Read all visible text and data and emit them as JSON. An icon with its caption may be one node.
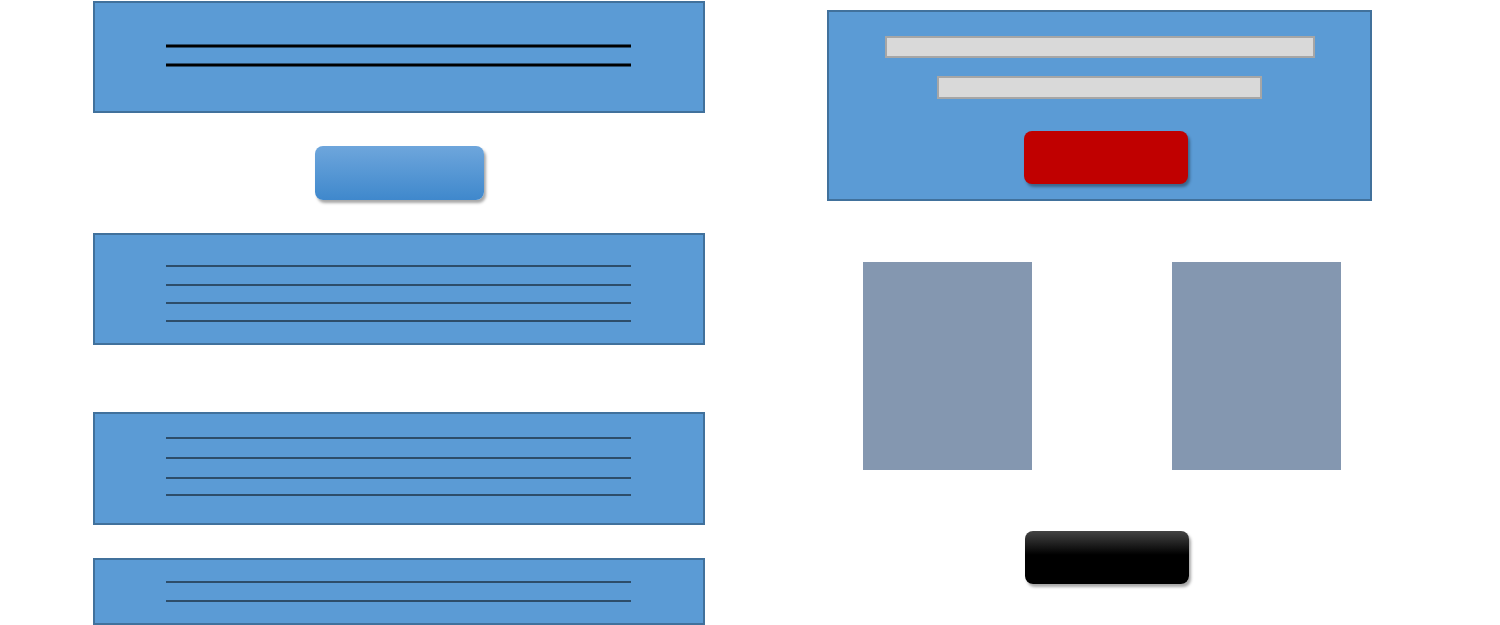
{
  "diagram": {
    "nodes": [
      {
        "text": [],
        "shape": "box"
      },
      {
        "text": [],
        "shape": "button"
      },
      {
        "text": [],
        "shape": "box"
      },
      {
        "text": [],
        "shape": "box"
      },
      {
        "text": [],
        "shape": "box"
      },
      {
        "text": [],
        "shape": "box"
      },
      {
        "text": [],
        "shape": "bar",
        "in": 5
      },
      {
        "text": [],
        "shape": "bar",
        "in": 5
      },
      {
        "text": [],
        "shape": "button",
        "in": 5
      },
      {
        "text": [],
        "shape": "box"
      },
      {
        "text": [],
        "shape": "box"
      },
      {
        "text": [],
        "shape": "button"
      }
    ]
  }
}
